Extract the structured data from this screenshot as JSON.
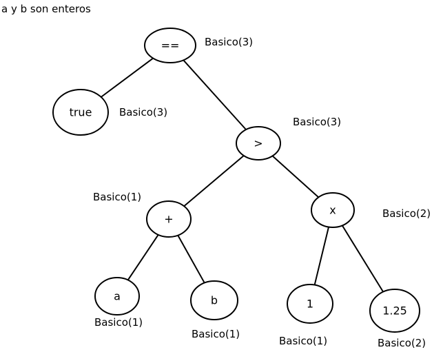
{
  "note": "a y b son enteros",
  "colors": {
    "stroke": "#000000",
    "fill": "#ffffff",
    "text": "#000000"
  },
  "nodes": [
    {
      "id": "eq",
      "label": "==",
      "type": "Basico(3)"
    },
    {
      "id": "true",
      "label": "true",
      "type": "Basico(3)"
    },
    {
      "id": "gt",
      "label": ">",
      "type": "Basico(3)"
    },
    {
      "id": "plus",
      "label": "+",
      "type": "Basico(1)"
    },
    {
      "id": "times",
      "label": "x",
      "type": "Basico(2)"
    },
    {
      "id": "a",
      "label": "a",
      "type": "Basico(1)"
    },
    {
      "id": "b",
      "label": "b",
      "type": "Basico(1)"
    },
    {
      "id": "one",
      "label": "1",
      "type": "Basico(1)"
    },
    {
      "id": "num",
      "label": "1.25",
      "type": "Basico(2)"
    }
  ],
  "edges": [
    {
      "from": "eq",
      "to": "true"
    },
    {
      "from": "eq",
      "to": "gt"
    },
    {
      "from": "gt",
      "to": "plus"
    },
    {
      "from": "gt",
      "to": "times"
    },
    {
      "from": "plus",
      "to": "a"
    },
    {
      "from": "plus",
      "to": "b"
    },
    {
      "from": "times",
      "to": "one"
    },
    {
      "from": "times",
      "to": "num"
    }
  ]
}
